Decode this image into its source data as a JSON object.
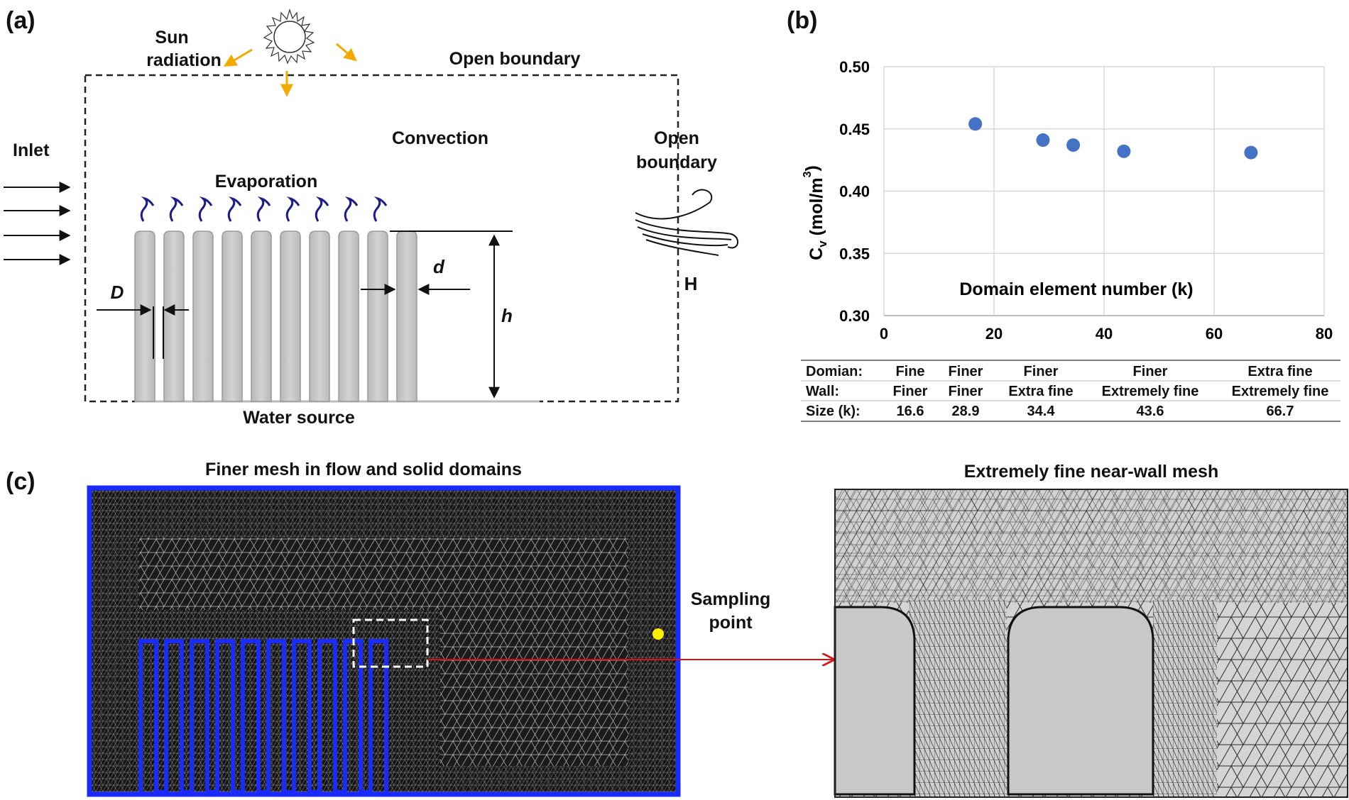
{
  "panel_a": {
    "letter": "(a)",
    "sun_label_1": "Sun",
    "sun_label_2": "radiation",
    "open_boundary_top": "Open boundary",
    "inlet": "Inlet",
    "convection": "Convection",
    "open_boundary_right_1": "Open",
    "open_boundary_right_2": "boundary",
    "evaporation": "Evaporation",
    "water_source": "Water source",
    "label_D": "D",
    "label_d": "d",
    "label_h": "h",
    "label_H": "H",
    "accent_color": "#f2a900",
    "vapor_color": "#1c1c8c",
    "fin_count": 10
  },
  "panel_b": {
    "letter": "(b)",
    "chart_data": {
      "type": "scatter",
      "x": [
        16.6,
        28.9,
        34.4,
        43.6,
        66.7
      ],
      "y": [
        0.454,
        0.441,
        0.437,
        0.432,
        0.431
      ],
      "xlabel": "Domain element number (k)",
      "ylabel_main": "C",
      "ylabel_sub": "v",
      "ylabel_unit": " (mol/m",
      "ylabel_sup": "3",
      "ylabel_close": ")",
      "xlim": [
        0,
        80
      ],
      "ylim": [
        0.3,
        0.5
      ],
      "xticks": [
        "0",
        "20",
        "40",
        "60",
        "80"
      ],
      "yticks": [
        "0.30",
        "0.35",
        "0.40",
        "0.45",
        "0.50"
      ],
      "grid": true,
      "marker_color": "#4472c4"
    },
    "table": {
      "row_headers": [
        "Domian:",
        "Wall:",
        "Size (k):"
      ],
      "columns": [
        {
          "domain": "Fine",
          "wall": "Finer",
          "size": "16.6"
        },
        {
          "domain": "Finer",
          "wall": "Finer",
          "size": "28.9"
        },
        {
          "domain": "Finer",
          "wall": "Extra fine",
          "size": "34.4"
        },
        {
          "domain": "Finer",
          "wall": "Extremely fine",
          "size": "43.6"
        },
        {
          "domain": "Extra fine",
          "wall": "Extremely fine",
          "size": "66.7"
        }
      ]
    }
  },
  "panel_c": {
    "letter": "(c)",
    "left_title": "Finer mesh in flow and solid domains",
    "sampling_1": "Sampling",
    "sampling_2": "point",
    "right_title": "Extremely fine near-wall mesh",
    "boundary_color": "#1a2bff",
    "sample_point_color": "#ffee00",
    "arrow_color": "#e01010"
  }
}
